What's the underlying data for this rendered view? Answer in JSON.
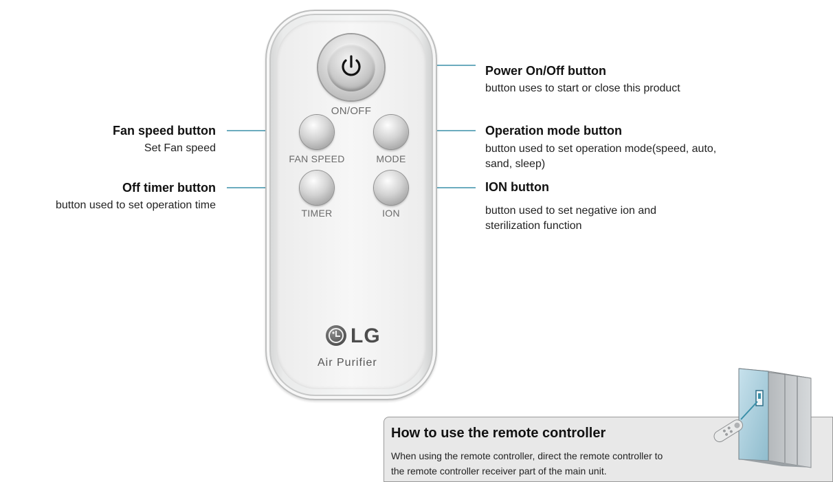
{
  "remote": {
    "power_label": "ON/OFF",
    "buttons": {
      "fan_speed": "FAN SPEED",
      "mode": "MODE",
      "timer": "TIMER",
      "ion": "ION"
    },
    "brand": "LG",
    "product": "Air Purifier"
  },
  "callouts": {
    "power": {
      "title": "Power On/Off button",
      "desc": "button uses to start or close this product"
    },
    "fan_speed": {
      "title": "Fan speed button",
      "desc": "Set Fan speed"
    },
    "mode": {
      "title": "Operation mode button",
      "desc_1": "button used to set operation mode(speed, auto,",
      "desc_2": "sand, sleep)"
    },
    "timer": {
      "title": "Off timer button",
      "desc": "button used to set operation time"
    },
    "ion": {
      "title": "ION button",
      "desc_1": "button used to set negative ion and",
      "desc_2": "sterilization function"
    }
  },
  "info": {
    "title": "How to use the remote controller",
    "line_1": "When using the remote controller, direct the remote controller to",
    "line_2": "the remote controller receiver part of the main unit."
  },
  "colors": {
    "leader_line": "#3a8fa8",
    "info_bg": "#e8e8e8"
  },
  "icons": {
    "power": "power-icon",
    "brand": "lg-logo-icon",
    "unit": "air-purifier-unit-icon"
  }
}
